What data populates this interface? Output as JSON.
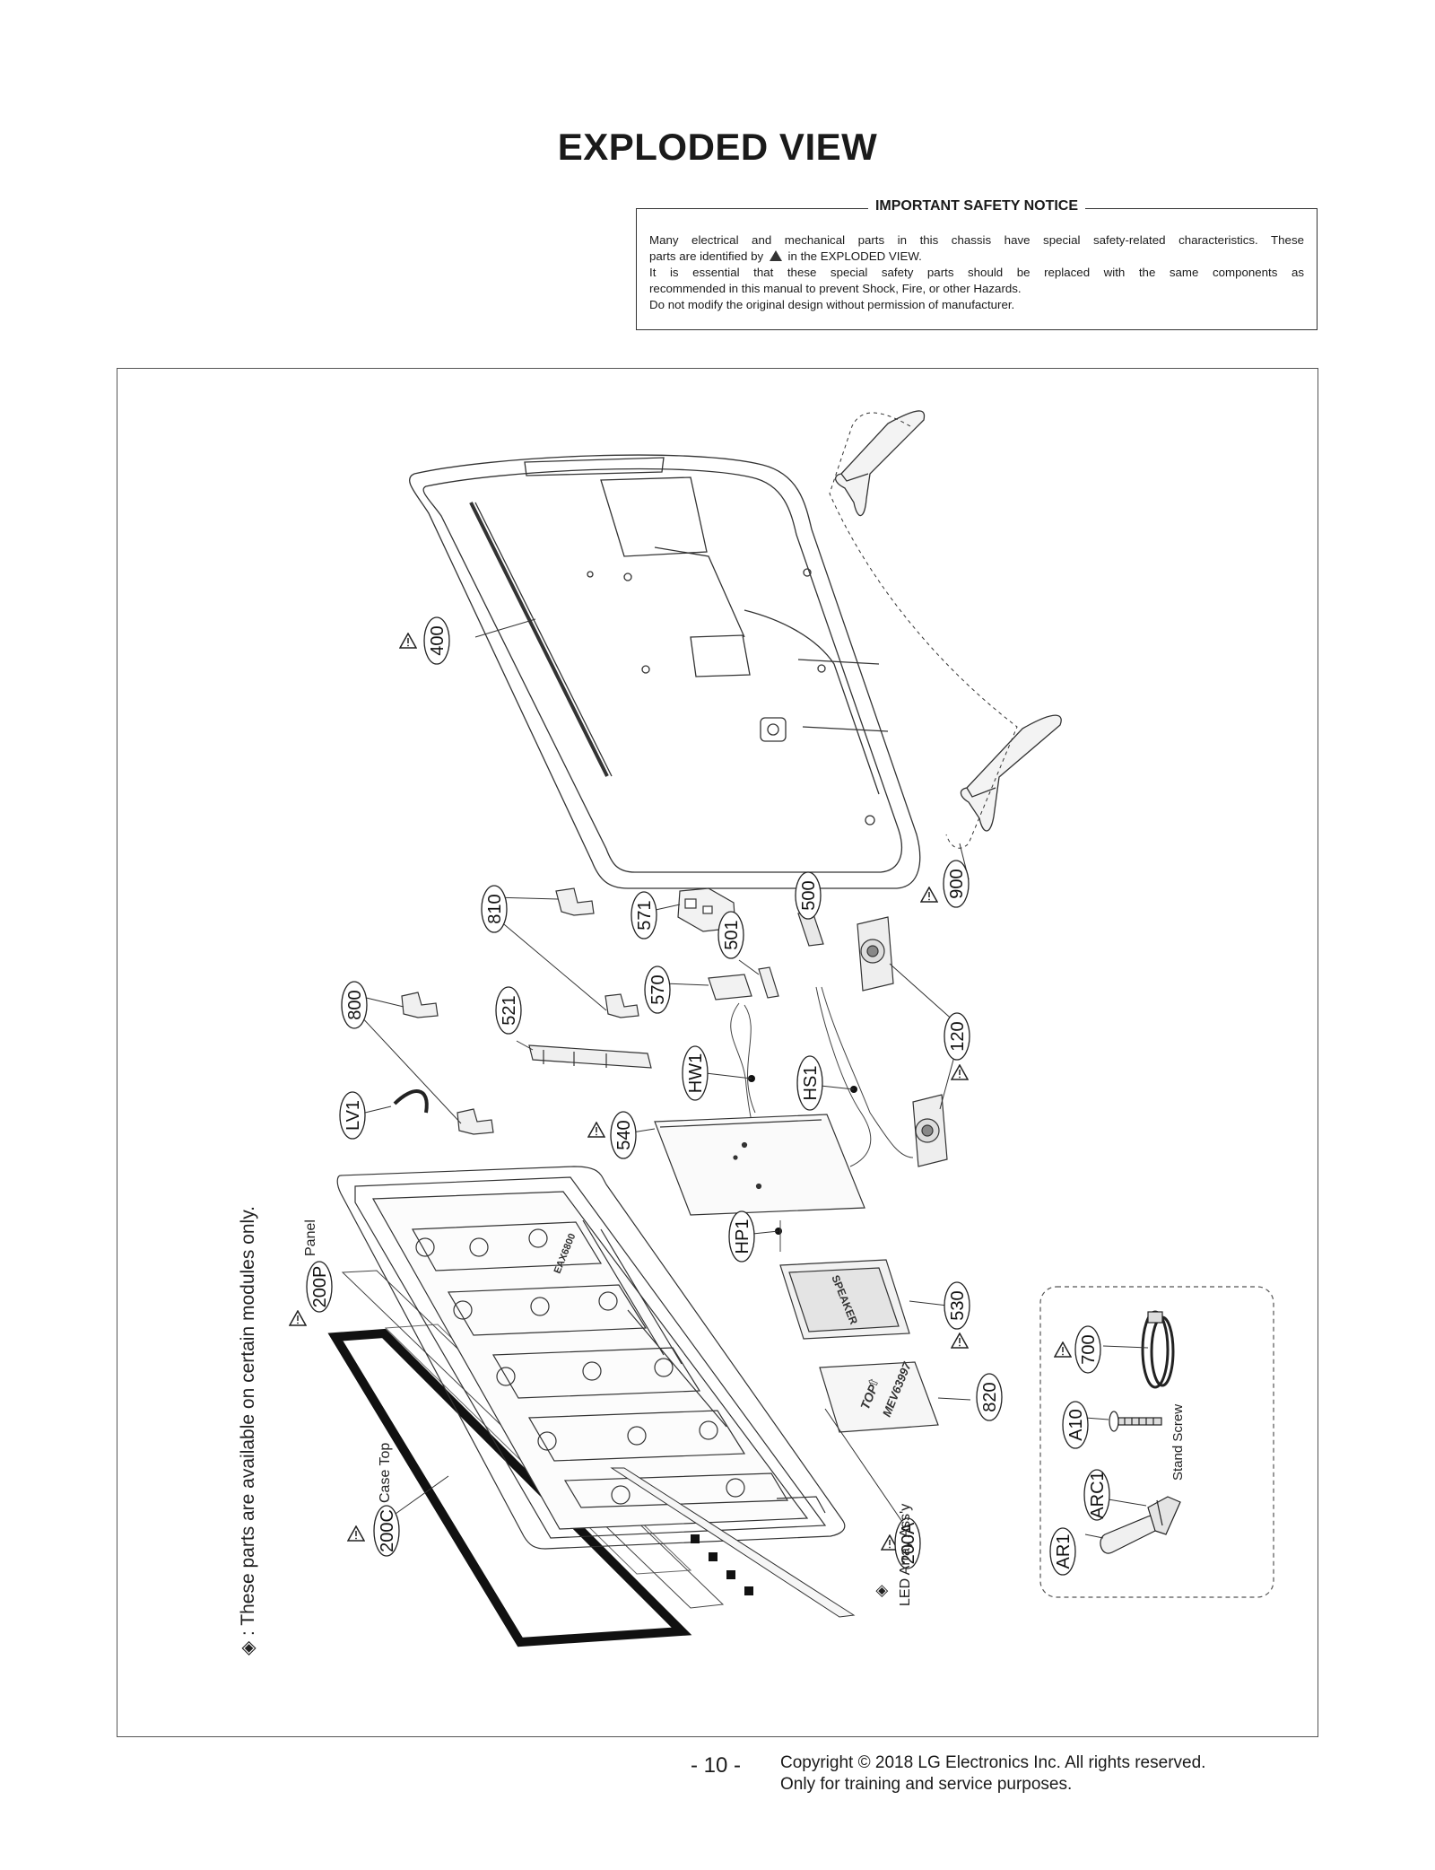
{
  "page": {
    "title": "EXPLODED VIEW",
    "page_number": "- 10 -"
  },
  "notice": {
    "heading": "IMPORTANT SAFETY NOTICE",
    "line1": "Many electrical and mechanical parts in this chassis have special safety-related characteristics. These",
    "line2a": "parts are identified by",
    "line2b": "in the EXPLODED VIEW.",
    "line3": "It is essential that these special safety parts should be replaced with the same components as",
    "line4": "recommended in this manual to prevent Shock, Fire, or other Hazards.",
    "line5": "Do not modify the original design without permission of manufacturer."
  },
  "diagram": {
    "side_note": "◈ : These parts are available on certain modules only.",
    "labels": {
      "p400": "400",
      "p900": "900",
      "p810": "810",
      "p571": "571",
      "p501": "501",
      "p500": "500",
      "p800": "800",
      "p570": "570",
      "p521": "521",
      "p120": "120",
      "hw1": "HW1",
      "hs1": "HS1",
      "lv1": "LV1",
      "p540": "540",
      "hp1": "HP1",
      "p200p": "200P",
      "p530": "530",
      "p700": "700",
      "p820": "820",
      "a10": "A10",
      "arc1": "ARC1",
      "ar1": "AR1",
      "p200c": "200C",
      "p200a": "200A"
    },
    "captions": {
      "panel": "Panel",
      "case_top": "Case Top",
      "stand_screw": "Stand Screw",
      "led_array": "LED Array Ass'y",
      "diamond": "◈",
      "plate_top": "TOP",
      "plate_arrow": "⇧",
      "plate_code": "MEV63997",
      "board_text": "SPEAKER",
      "chassis_code": "EAX6800"
    }
  },
  "footer": {
    "copyright_line1": "Copyright © 2018 LG Electronics Inc. All rights reserved.",
    "copyright_line2": "Only for training and service purposes."
  }
}
